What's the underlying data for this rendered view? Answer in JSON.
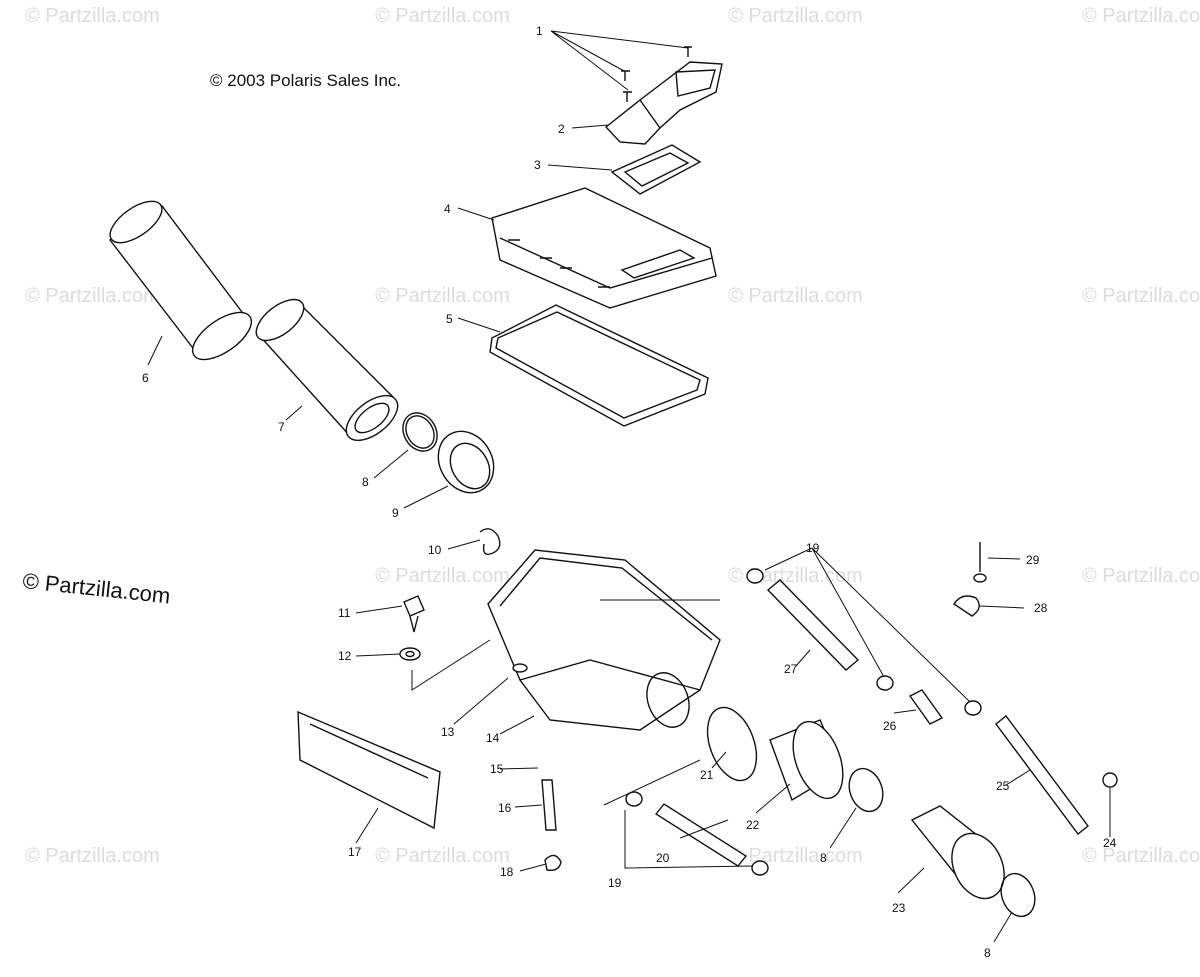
{
  "copyright": "© 2003 Polaris Sales Inc.",
  "brand": "© Partzilla.com",
  "watermark": "© Partzilla.com",
  "callouts": [
    "1",
    "2",
    "3",
    "4",
    "5",
    "6",
    "7",
    "8",
    "9",
    "10",
    "11",
    "12",
    "13",
    "14",
    "15",
    "16",
    "17",
    "18",
    "19",
    "20",
    "21",
    "22",
    "23",
    "8",
    "24",
    "25",
    "26",
    "27",
    "28",
    "29",
    "19",
    "8"
  ]
}
